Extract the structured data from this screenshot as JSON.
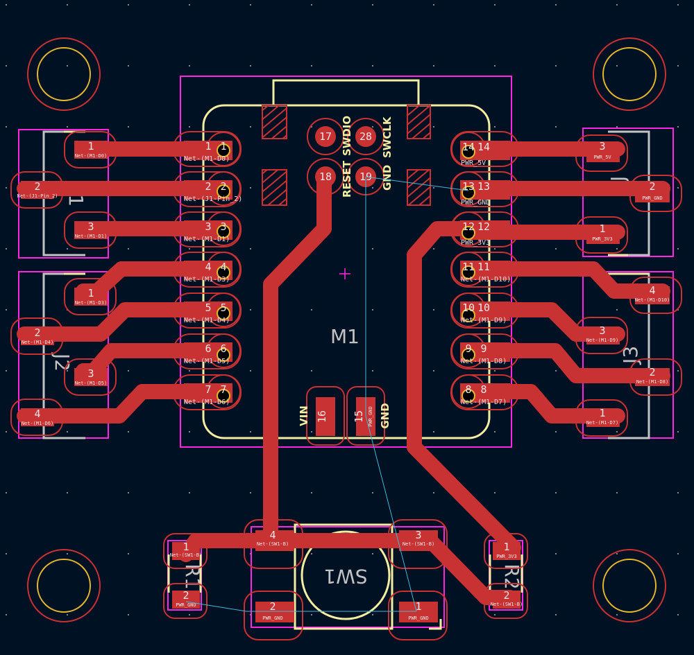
{
  "colors": {
    "background": "#001124",
    "copper": "#c83232",
    "courtyard": "#ff26e2",
    "silkscreen": "#f2eda1",
    "fab": "#c2c2c2",
    "ratsnest": "#3fb8d8"
  },
  "module": {
    "ref": "M1",
    "left_pins": [
      {
        "num": "1",
        "net": "Net-(M1-D0)"
      },
      {
        "num": "2",
        "net": "Net-(J1-Pin_2)"
      },
      {
        "num": "3",
        "net": "Net-(M1-D1)"
      },
      {
        "num": "4",
        "net": "Net-(M1-D3)"
      },
      {
        "num": "5",
        "net": "Net-(M1-D4)"
      },
      {
        "num": "6",
        "net": "Net-(M1-D5)"
      },
      {
        "num": "7",
        "net": "Net-(M1-D6)"
      }
    ],
    "right_pins": [
      {
        "num": "14",
        "net": "PWR_5V"
      },
      {
        "num": "13",
        "net": "PWR_GND"
      },
      {
        "num": "12",
        "net": "PWR_3V3"
      },
      {
        "num": "11",
        "net": "Net-(M1-D10)"
      },
      {
        "num": "10",
        "net": "Net-(M1-D9)"
      },
      {
        "num": "9",
        "net": "Net-(M1-D8)"
      },
      {
        "num": "8",
        "net": "Net-(M1-D7)"
      }
    ],
    "debug_pins": [
      "17",
      "28",
      "18",
      "19"
    ],
    "debug_labels": [
      "RESET",
      "SWDIO",
      "GND",
      "SWCLK"
    ],
    "bottom_pads": [
      {
        "num": "16",
        "net": ""
      },
      {
        "num": "15",
        "net": "PWR_GND"
      }
    ],
    "bottom_labels": [
      "VIN",
      "GND"
    ]
  },
  "J1": {
    "ref": "J1",
    "pads": [
      {
        "num": "1",
        "net": "Net-(M1-D0)"
      },
      {
        "num": "2",
        "net": "Net-(J1-Pin_2)"
      },
      {
        "num": "3",
        "net": "Net-(M1-D1)"
      }
    ]
  },
  "J2": {
    "ref": "J2",
    "pads": [
      {
        "num": "1",
        "net": "Net-(M1-D3)"
      },
      {
        "num": "2",
        "net": "Net-(M1-D4)"
      },
      {
        "num": "3",
        "net": "Net-(M1-D5)"
      },
      {
        "num": "4",
        "net": "Net-(M1-D6)"
      }
    ]
  },
  "J4": {
    "ref": "J",
    "pads": [
      {
        "num": "3",
        "net": "PWR_5V"
      },
      {
        "num": "2",
        "net": "PWR_GND"
      },
      {
        "num": "1",
        "net": "PWR_3V3"
      }
    ]
  },
  "J3": {
    "ref": "J3",
    "pads": [
      {
        "num": "4",
        "net": "Net-(M1-D10)"
      },
      {
        "num": "3",
        "net": "Net-(M1-D9)"
      },
      {
        "num": "2",
        "net": "Net-(M1-D8)"
      },
      {
        "num": "1",
        "net": "Net-(M1-D7)"
      }
    ]
  },
  "SW1": {
    "ref": "SW1",
    "pads": [
      {
        "num": "4",
        "net": "Net-(SW1-B)"
      },
      {
        "num": "3",
        "net": "Net-(SW1-B)"
      },
      {
        "num": "2",
        "net": "PWR_GND"
      },
      {
        "num": "1",
        "net": "PWR_GND"
      }
    ]
  },
  "R1": {
    "ref": "R1",
    "pads": [
      {
        "num": "1",
        "net": "Net-(SW1-B)"
      },
      {
        "num": "2",
        "net": "PWR_GND"
      }
    ]
  },
  "R2": {
    "ref": "R2",
    "pads": [
      {
        "num": "1",
        "net": "PWR_3V3"
      },
      {
        "num": "2",
        "net": "Net-(SW1-B)"
      }
    ]
  }
}
